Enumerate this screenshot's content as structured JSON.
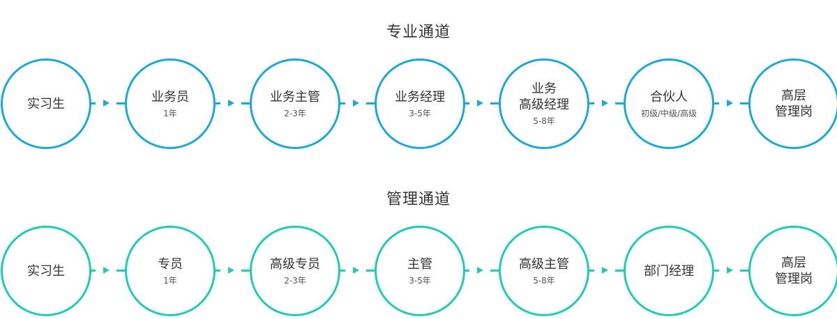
{
  "colors": {
    "track_professional": "#1aa9d6",
    "track_management": "#1ccdb0"
  },
  "tracks": [
    {
      "title": "专业通道",
      "stages": [
        {
          "label": "实习生",
          "sub": ""
        },
        {
          "label": "业务员",
          "sub": "1年"
        },
        {
          "label": "业务主管",
          "sub": "2-3年"
        },
        {
          "label": "业务经理",
          "sub": "3-5年"
        },
        {
          "label": "业务\n高级经理",
          "sub": "5-8年"
        },
        {
          "label": "合伙人",
          "sub": "初级/中级/高级"
        },
        {
          "label": "高层\n管理岗",
          "sub": ""
        }
      ]
    },
    {
      "title": "管理通道",
      "stages": [
        {
          "label": "实习生",
          "sub": ""
        },
        {
          "label": "专员",
          "sub": "1年"
        },
        {
          "label": "高级专员",
          "sub": "2-3年"
        },
        {
          "label": "主管",
          "sub": "3-5年"
        },
        {
          "label": "高级主管",
          "sub": "5-8年"
        },
        {
          "label": "部门经理",
          "sub": ""
        },
        {
          "label": "高层\n管理岗",
          "sub": ""
        }
      ]
    }
  ]
}
